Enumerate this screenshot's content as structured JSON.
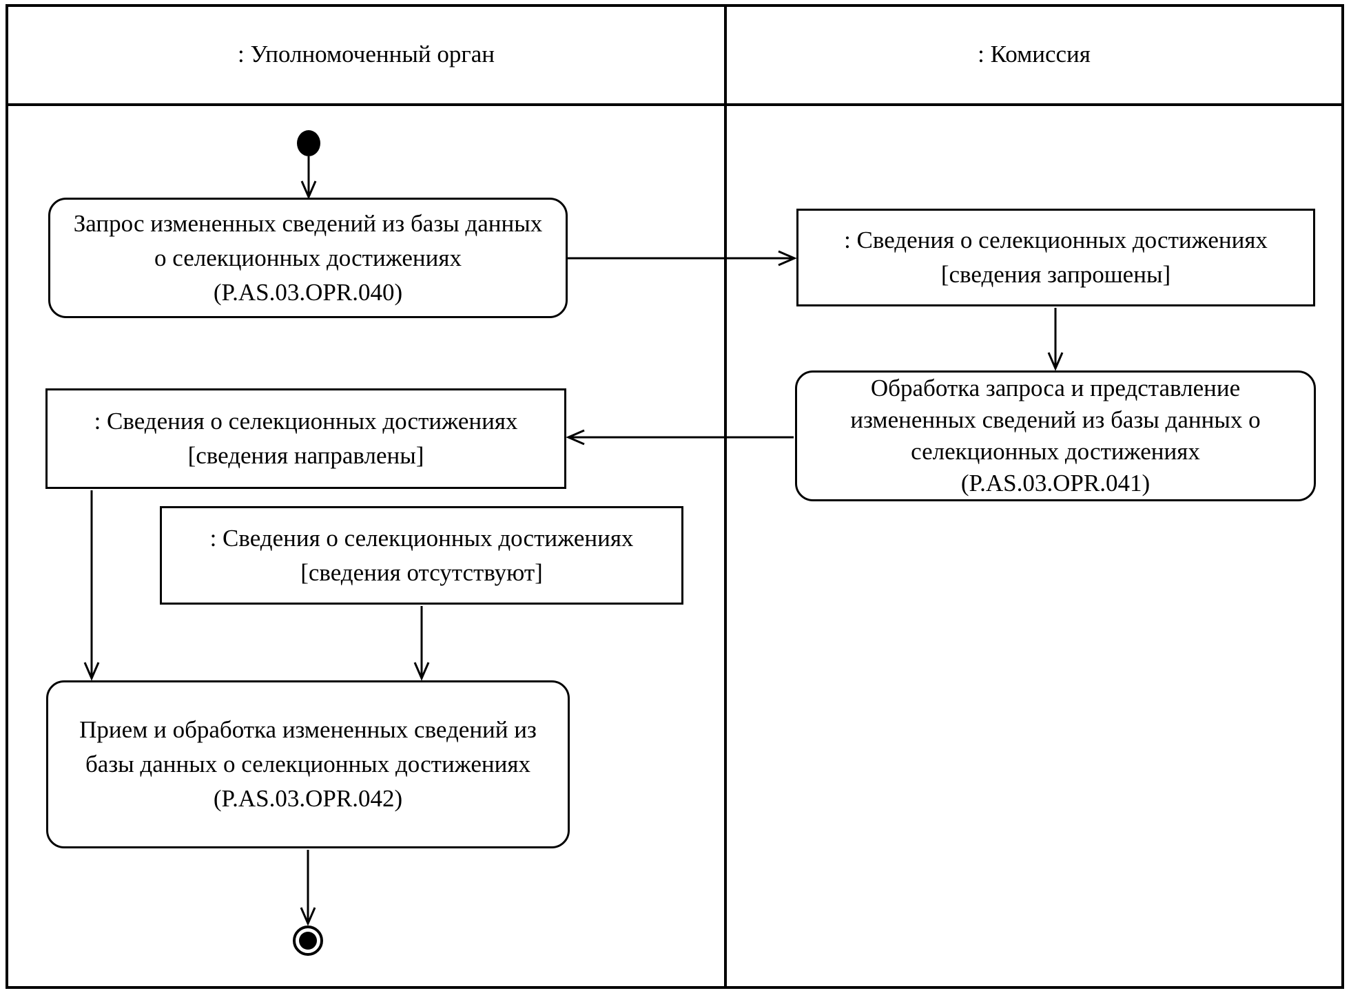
{
  "lanes": [
    {
      "title": ": Уполномоченный орган"
    },
    {
      "title": ": Комиссия"
    }
  ],
  "nodes": {
    "start": {
      "icon": "initial-node"
    },
    "action_request": {
      "lines": [
        "Запрос измененных сведений из базы данных",
        "о селекционных достижениях",
        "(P.AS.03.OPR.040)"
      ]
    },
    "object_requested": {
      "lines": [
        ": Сведения о селекционных достижениях",
        "[сведения запрошены]"
      ]
    },
    "action_process": {
      "lines": [
        "Обработка запроса и представление",
        "измененных сведений из базы данных о",
        "селекционных достижениях",
        "(P.AS.03.OPR.041)"
      ]
    },
    "object_sent": {
      "lines": [
        ": Сведения о селекционных достижениях",
        "[сведения направлены]"
      ]
    },
    "object_absent": {
      "lines": [
        ": Сведения о селекционных достижениях",
        "[сведения отсутствуют]"
      ]
    },
    "action_receive": {
      "lines": [
        "Прием и обработка измененных сведений из",
        "базы данных о селекционных достижениях",
        "(P.AS.03.OPR.042)"
      ]
    },
    "end": {
      "icon": "final-node"
    }
  },
  "edges": [
    {
      "from": "start",
      "to": "action_request"
    },
    {
      "from": "action_request",
      "to": "object_requested"
    },
    {
      "from": "object_requested",
      "to": "action_process"
    },
    {
      "from": "action_process",
      "to": "object_sent"
    },
    {
      "from": "object_sent",
      "to": "action_receive"
    },
    {
      "from": "object_absent",
      "to": "action_receive"
    },
    {
      "from": "action_receive",
      "to": "end"
    }
  ],
  "colors": {
    "ink": "#000000",
    "background": "#ffffff"
  }
}
